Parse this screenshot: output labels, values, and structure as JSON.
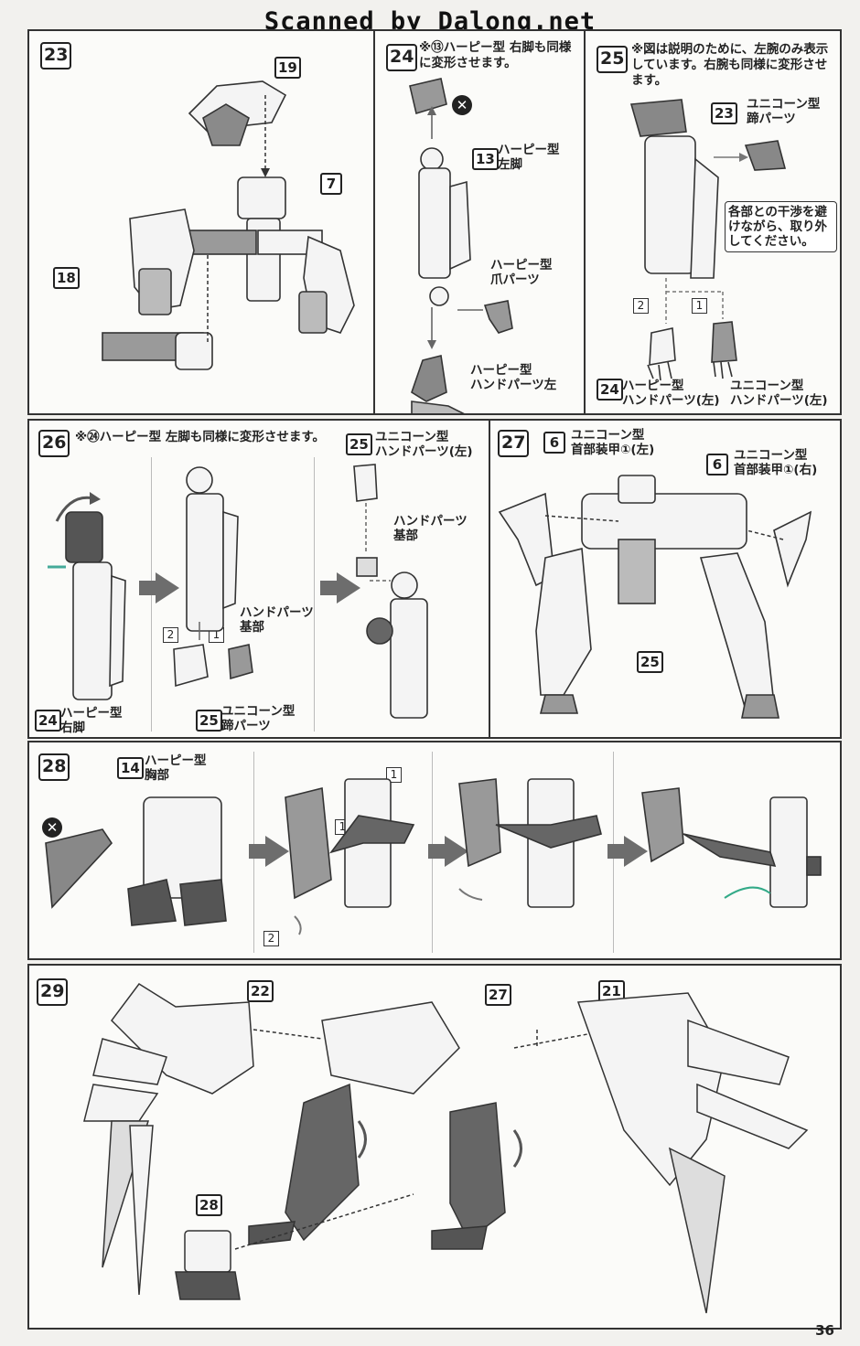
{
  "watermark": "Scanned by Dalong.net",
  "page_number": "36",
  "steps": {
    "s23": {
      "num": "23",
      "refs": [
        "19",
        "7",
        "18"
      ]
    },
    "s24": {
      "num": "24",
      "note": "※⑬ハーピー型 右脚も同様に変形させます。",
      "ref": "13",
      "labels": {
        "left_leg": "ハーピー型\n左脚",
        "claw": "ハーピー型\n爪パーツ",
        "hand_left": "ハーピー型\nハンドパーツ左"
      }
    },
    "s25": {
      "num": "25",
      "note": "※図は説明のために、左腕のみ表示しています。右腕も同様に変形させます。",
      "ref": "23",
      "labels": {
        "hoof": "ユニコーン型\n蹄パーツ",
        "caution": "各部との干渉を避けながら、取り外してください。",
        "harpy_hand": "ハーピー型\nハンドパーツ(左)",
        "unicorn_hand": "ユニコーン型\nハンドパーツ(左)"
      },
      "sub": [
        "2",
        "1"
      ],
      "ref_hand": "24"
    },
    "s26": {
      "num": "26",
      "note": "※㉔ハーピー型 左脚も同様に変形させます。",
      "labels": {
        "right_leg": "ハーピー型\n右脚",
        "hand_base": "ハンドパーツ\n基部",
        "hoof": "ユニコーン型\n蹄パーツ",
        "unicorn_hand": "ユニコーン型\nハンドパーツ(左)",
        "hand_base2": "ハンドパーツ\n基部"
      },
      "refs": [
        "24",
        "25",
        "25"
      ],
      "sub": [
        "2",
        "1"
      ]
    },
    "s27": {
      "num": "27",
      "labels": {
        "neck_left": "ユニコーン型\n首部装甲①(左)",
        "neck_right": "ユニコーン型\n首部装甲①(右)"
      },
      "refs": [
        "6",
        "6",
        "25"
      ]
    },
    "s28": {
      "num": "28",
      "ref": "14",
      "labels": {
        "chest": "ハーピー型\n胸部"
      },
      "sub": [
        "1",
        "1",
        "2"
      ]
    },
    "s29": {
      "num": "29",
      "refs": [
        "22",
        "27",
        "21",
        "28"
      ]
    }
  }
}
